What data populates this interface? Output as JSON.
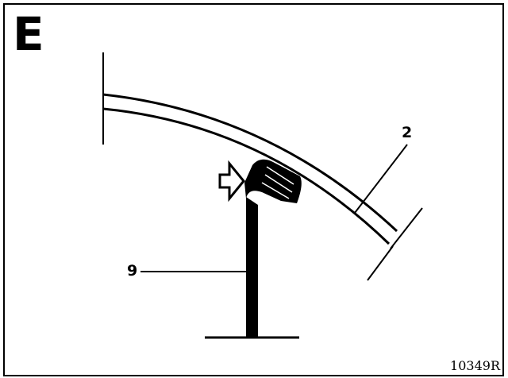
{
  "figure": {
    "panel_letter": "E",
    "callouts": [
      {
        "id": "2",
        "text": "2"
      },
      {
        "id": "9",
        "text": "9"
      }
    ],
    "reference_code": "10349R",
    "colors": {
      "ink": "#000000",
      "background": "#ffffff"
    }
  }
}
